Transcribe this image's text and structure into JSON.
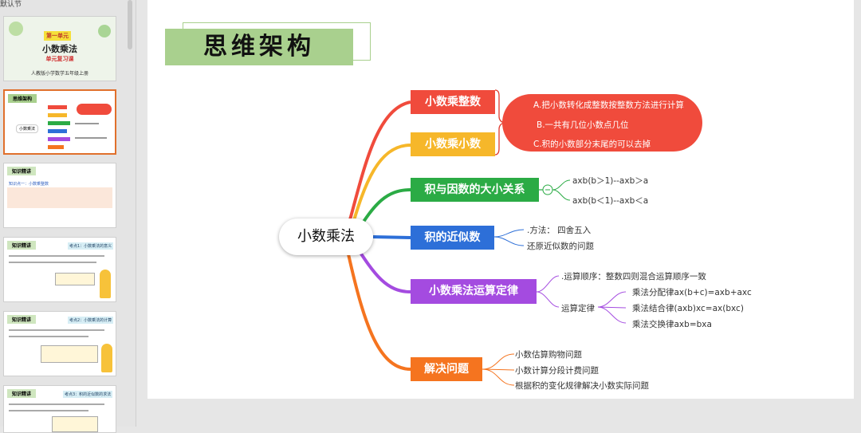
{
  "sidebar": {
    "section_label": "默认节",
    "slide1": {
      "unit": "第一单元",
      "subject": "小数乘法",
      "review": "单元复习课",
      "textbook": "人教版小学数学五年级上册"
    },
    "slide2": {
      "header": "思维架构",
      "center": "小数乘法"
    },
    "slide3": {
      "header": "知识精讲",
      "heading": "知识点一：小数乘整数"
    },
    "slide4": {
      "header": "知识精讲",
      "tag": "考点1：小数乘法的意义"
    },
    "slide5": {
      "header": "知识精讲",
      "tag": "考点2：小数乘法的计算"
    },
    "slide6": {
      "header": "知识精讲",
      "tag": "考点3：积的近似数的求法"
    }
  },
  "slide": {
    "title": "思维架构",
    "center": "小数乘法",
    "branches": {
      "b1": {
        "label": "小数乘整数",
        "color": "#f04b3c"
      },
      "b2": {
        "label": "小数乘小数",
        "color": "#f6b72a"
      },
      "b3": {
        "label": "积与因数的大小关系",
        "color": "#2bab45"
      },
      "b4": {
        "label": "积的近似数",
        "color": "#2d6fd8"
      },
      "b5": {
        "label": "小数乘法运算定律",
        "color": "#a44be0"
      },
      "b6": {
        "label": "解决问题",
        "color": "#f5741f"
      }
    },
    "bubble": {
      "a": "A.把小数转化成整数按整数方法进行计算",
      "b": "B.一共有几位小数点几位",
      "c": "C.积的小数部分末尾的可以去掉"
    },
    "relation": {
      "r1": "axb(b＞1)--axb＞a",
      "r2": "axb(b＜1)--axb＜a"
    },
    "approx": {
      "method": ".方法：  四舍五入",
      "restore": "还原近似数的问题"
    },
    "laws": {
      "order": ".运算顺序：整数四则混合运算顺序一致",
      "label": "运算定律",
      "l1": "乘法分配律ax(b+c)=axb+axc",
      "l2": "乘法结合律(axb)xc=ax(bxc)",
      "l3": "乘法交换律axb=bxa"
    },
    "problems": {
      "p1": "小数估算购物问题",
      "p2": "小数计算分段计费问题",
      "p3": "根据积的变化规律解决小数实际问题"
    }
  }
}
